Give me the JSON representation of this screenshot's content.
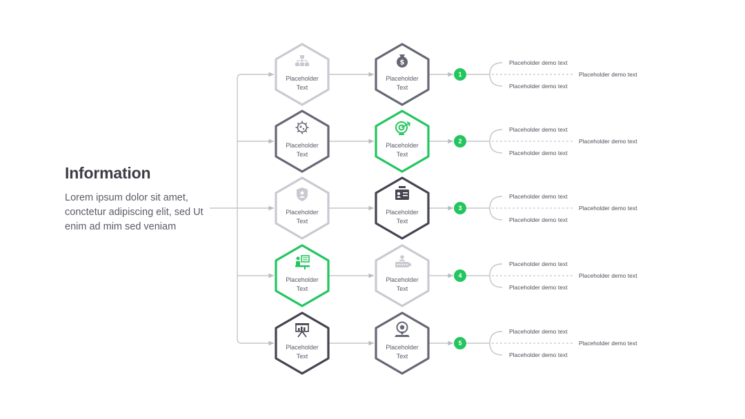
{
  "info": {
    "title": "Information",
    "body": "Lorem ipsum dolor sit amet, conctetur adipiscing elit, sed Ut enim ad mim sed veniam"
  },
  "colors": {
    "green": "#22c55e",
    "dark": "#43444f",
    "mid": "#666775",
    "light": "#c9cad1",
    "connector": "#c4c5cc"
  },
  "rows": [
    {
      "left": {
        "label": [
          "Placeholder",
          "Text"
        ],
        "style": "light",
        "icon": "org-chart-icon"
      },
      "right": {
        "label": [
          "Placeholder",
          "Text"
        ],
        "style": "mid",
        "icon": "money-bag-icon"
      },
      "badge": "1",
      "texts": {
        "top": "Placeholder demo text",
        "middle": "Placeholder demo text",
        "bottom": "Placeholder demo text"
      }
    },
    {
      "left": {
        "label": [
          "Placeholder",
          "Text"
        ],
        "style": "mid",
        "icon": "virus-icon"
      },
      "right": {
        "label": [
          "Placeholder",
          "Text"
        ],
        "style": "green",
        "icon": "target-icon"
      },
      "badge": "2",
      "texts": {
        "top": "Placeholder demo text",
        "middle": "Placeholder demo text",
        "bottom": "Placeholder demo text"
      }
    },
    {
      "left": {
        "label": [
          "Placeholder",
          "Text"
        ],
        "style": "light",
        "icon": "shield-user-icon"
      },
      "right": {
        "label": [
          "Placeholder",
          "Text"
        ],
        "style": "dark",
        "icon": "id-card-icon"
      },
      "badge": "3",
      "texts": {
        "top": "Placeholder demo text",
        "middle": "Placeholder demo text",
        "bottom": "Placeholder demo text"
      }
    },
    {
      "left": {
        "label": [
          "Placeholder",
          "Text"
        ],
        "style": "green",
        "icon": "team-board-icon"
      },
      "right": {
        "label": [
          "Placeholder",
          "Text"
        ],
        "style": "light",
        "icon": "keyboard-user-icon"
      },
      "badge": "4",
      "texts": {
        "top": "Placeholder demo text",
        "middle": "Placeholder demo text",
        "bottom": "Placeholder demo text"
      }
    },
    {
      "left": {
        "label": [
          "Placeholder",
          "Text"
        ],
        "style": "dark",
        "icon": "presentation-icon"
      },
      "right": {
        "label": [
          "Placeholder",
          "Text"
        ],
        "style": "mid",
        "icon": "location-pin-icon"
      },
      "badge": "5",
      "texts": {
        "top": "Placeholder demo text",
        "middle": "Placeholder demo text",
        "bottom": "Placeholder demo text"
      }
    }
  ]
}
